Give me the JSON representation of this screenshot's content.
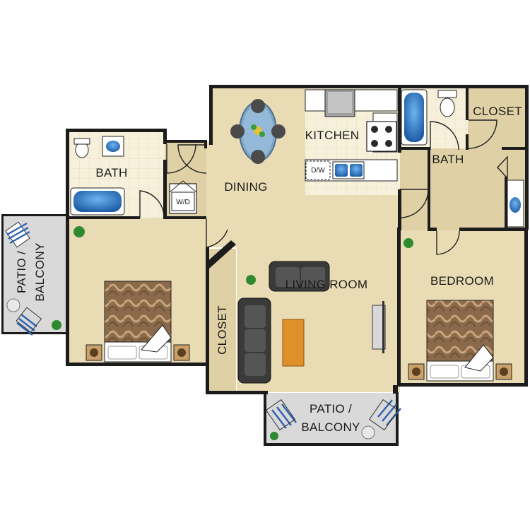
{
  "rooms": {
    "patio_left_line1": "PATIO /",
    "patio_left_line2": "BALCONY",
    "bath_left": "BATH",
    "washer_dryer": "W/D",
    "dining": "DINING",
    "kitchen": "KITCHEN",
    "dishwasher": "D/W",
    "closet_top_right": "CLOSET",
    "bath_right": "BATH",
    "living_room": "LIVING ROOM",
    "bedroom": "BEDROOM",
    "closet_center": "CLOSET",
    "patio_bottom_line1": "PATIO /",
    "patio_bottom_line2": "BALCONY"
  },
  "colors": {
    "carpet": "#e9dcb4",
    "tile": "#f7f1dc",
    "wall": "#1c1c1c",
    "patio": "#d9d9d9",
    "fixture_blue": "#2f7fd0",
    "sofa": "#3a3a3a",
    "coffee_table": "#e0902a",
    "bed_cover": "#8a6a4a"
  }
}
